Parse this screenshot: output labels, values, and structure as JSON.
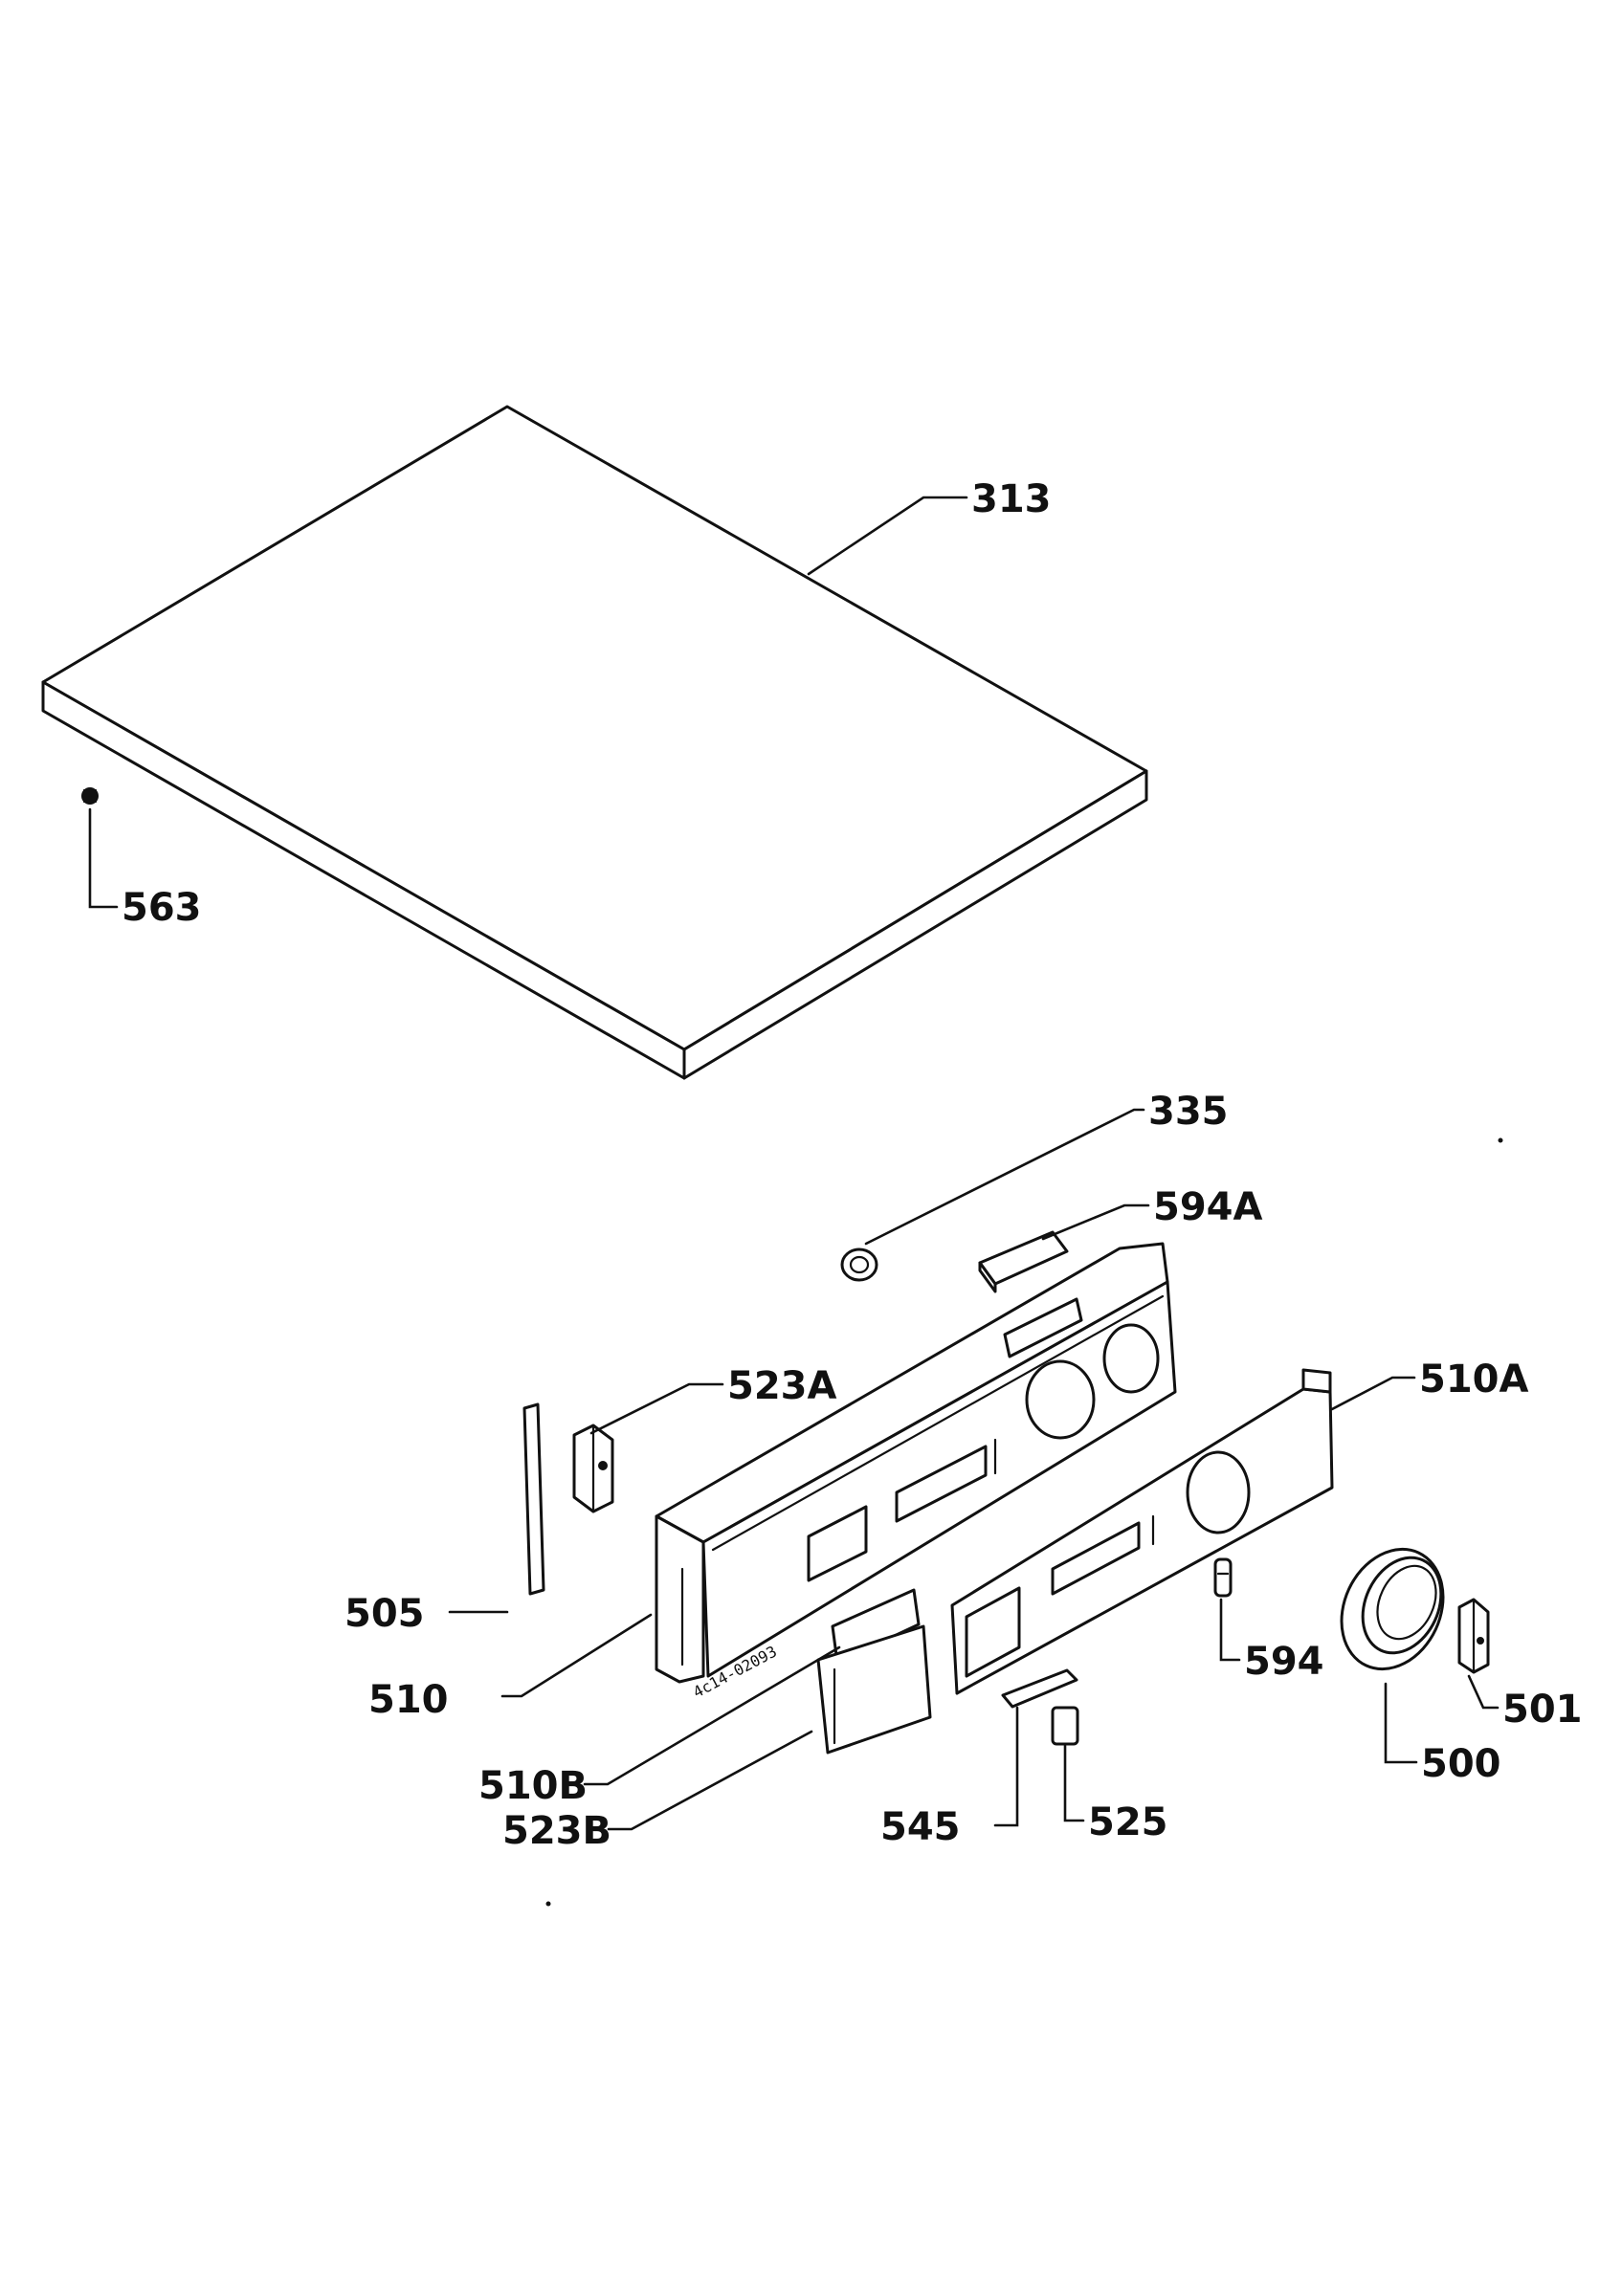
{
  "labels": {
    "p313": "313",
    "p563": "563",
    "p335": "335",
    "p594a": "594A",
    "p523a": "523A",
    "p510a": "510A",
    "p505": "505",
    "p510": "510",
    "p594": "594",
    "p501": "501",
    "p500": "500",
    "p510b": "510B",
    "p523b": "523B",
    "p545": "545",
    "p525": "525"
  },
  "stamp": "4c14-02093",
  "colors": {
    "ink": "#111111",
    "paper": "#ffffff"
  }
}
